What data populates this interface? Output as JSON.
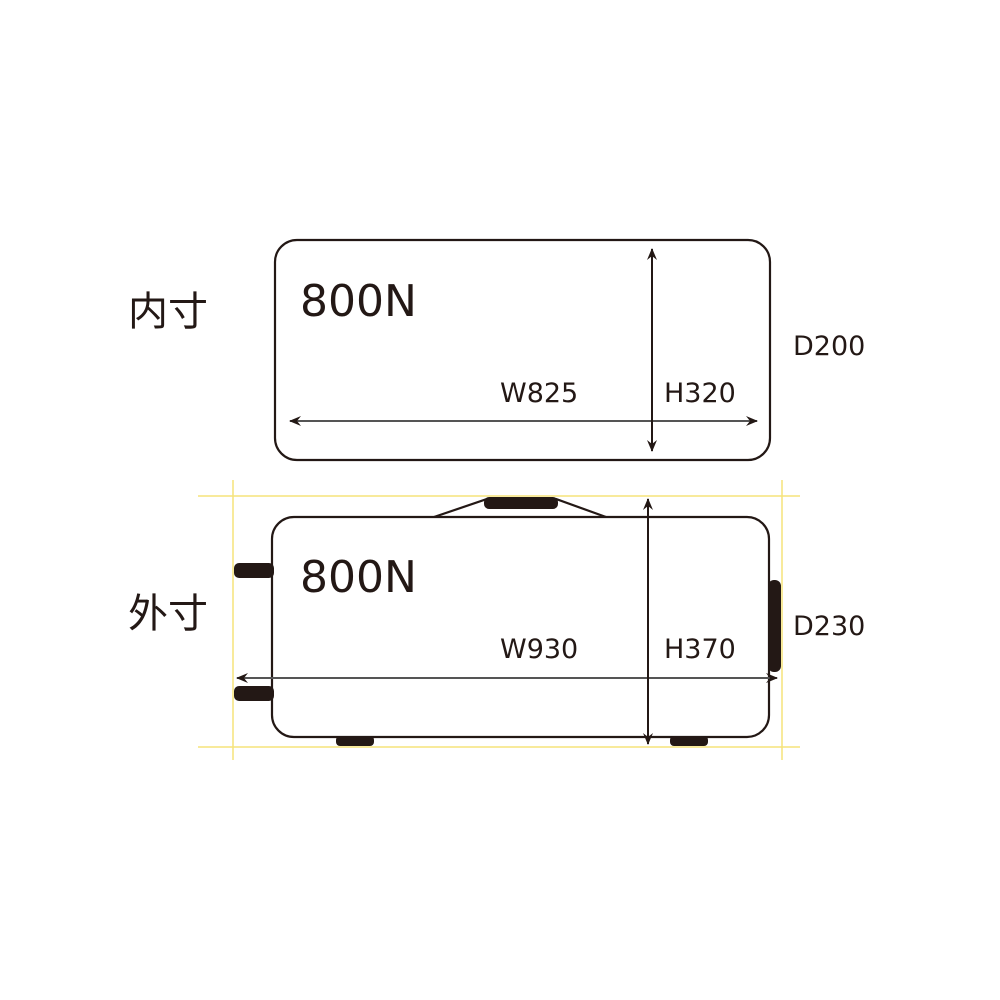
{
  "colors": {
    "line": "#231815",
    "guide": "#f5e37a",
    "background": "#ffffff"
  },
  "inner": {
    "section_label": "内寸",
    "model": "800N",
    "width": "W825",
    "height": "H320",
    "depth": "D200"
  },
  "outer": {
    "section_label": "外寸",
    "model": "800N",
    "width": "W930",
    "height": "H370",
    "depth": "D230"
  }
}
